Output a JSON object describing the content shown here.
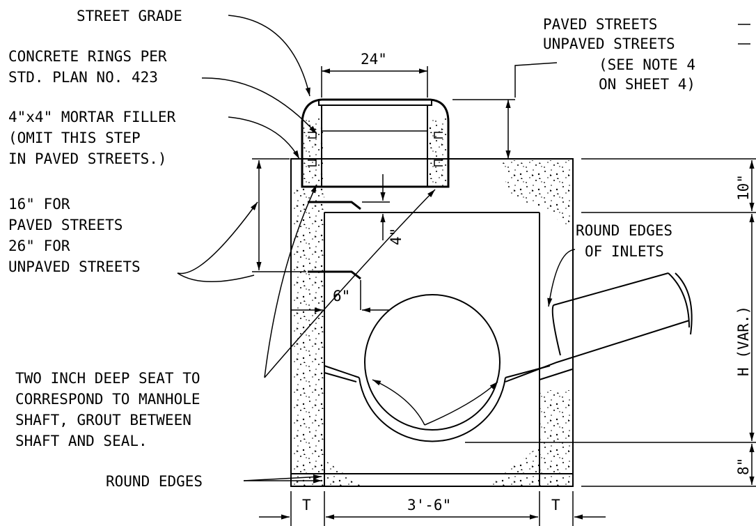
{
  "labels": {
    "street_grade": "STREET GRADE",
    "paved_streets": "PAVED STREETS",
    "unpaved_streets": "UNPAVED STREETS",
    "see_note_1": "(SEE NOTE 4",
    "see_note_2": "ON SHEET 4)",
    "rings_1": "CONCRETE RINGS PER",
    "rings_2": "STD. PLAN NO. 423",
    "mortar_1": "4\"x4\" MORTAR FILLER",
    "mortar_2": "(OMIT THIS STEP",
    "mortar_3": "IN PAVED STREETS.)",
    "height_1": "16\" FOR",
    "height_2": "PAVED STREETS",
    "height_3": "26\" FOR",
    "height_4": "UNPAVED STREETS",
    "seat_1": "TWO INCH DEEP SEAT TO",
    "seat_2": "CORRESPOND TO MANHOLE",
    "seat_3": "SHAFT, GROUT BETWEEN",
    "seat_4": "SHAFT AND SEAL.",
    "round_edges": "ROUND EDGES",
    "round_inlets_1": "ROUND EDGES",
    "round_inlets_2": "OF INLETS"
  },
  "dimensions": {
    "opening": "24\"",
    "top_slab": "10\"",
    "step_4": "4\"",
    "step_6": "6\"",
    "height_var": "H (VAR.)",
    "base": "8\"",
    "wall_left": "T",
    "inner_width": "3'-6\"",
    "wall_right": "T"
  }
}
